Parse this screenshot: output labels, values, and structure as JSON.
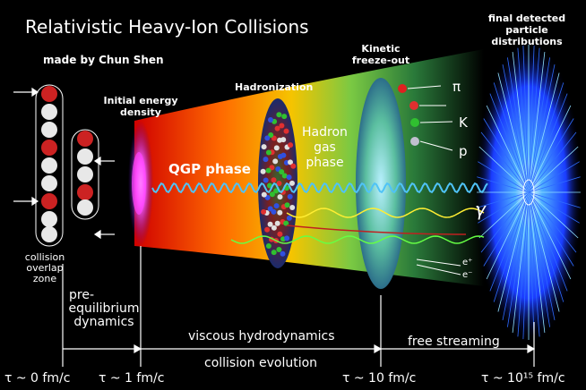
{
  "header": {
    "title": "Relativistic Heavy-Ion Collisions",
    "author": "made by Chun Shen"
  },
  "stages": {
    "initial": "Initial energy density",
    "hadronization": "Hadronization",
    "kinetic": "Kinetic freeze-out",
    "final": "final detected particle distributions",
    "overlap": "collision overlap zone"
  },
  "phases": {
    "qgp": "QGP phase",
    "hadron_gas_1": "Hadron",
    "hadron_gas_2": "gas",
    "hadron_gas_3": "phase"
  },
  "particles": {
    "pi": "π",
    "k": "K",
    "p": "p",
    "gamma": "γ",
    "e_plus": "e⁺",
    "e_minus": "e⁻"
  },
  "timeline": {
    "pre_eq_1": "pre-",
    "pre_eq_2": "equilibrium",
    "pre_eq_3": "dynamics",
    "viscous": "viscous hydrodynamics",
    "collision_evolution": "collision evolution",
    "free_streaming": "free streaming"
  },
  "times": {
    "t0": "τ ~ 0 fm/c",
    "t1": "τ ~ 1 fm/c",
    "t10": "τ ~ 10 fm/c",
    "t_final": "τ ~ 10¹⁵ fm/c"
  },
  "colors": {
    "background": "#000000",
    "qgp_hot": "#ff2a00",
    "hadron_gas": "#7ac943",
    "kinetic_surface": "#6fcfb0",
    "photon_wave": "#4fc3f7",
    "final_burst": "#2d6bff"
  }
}
